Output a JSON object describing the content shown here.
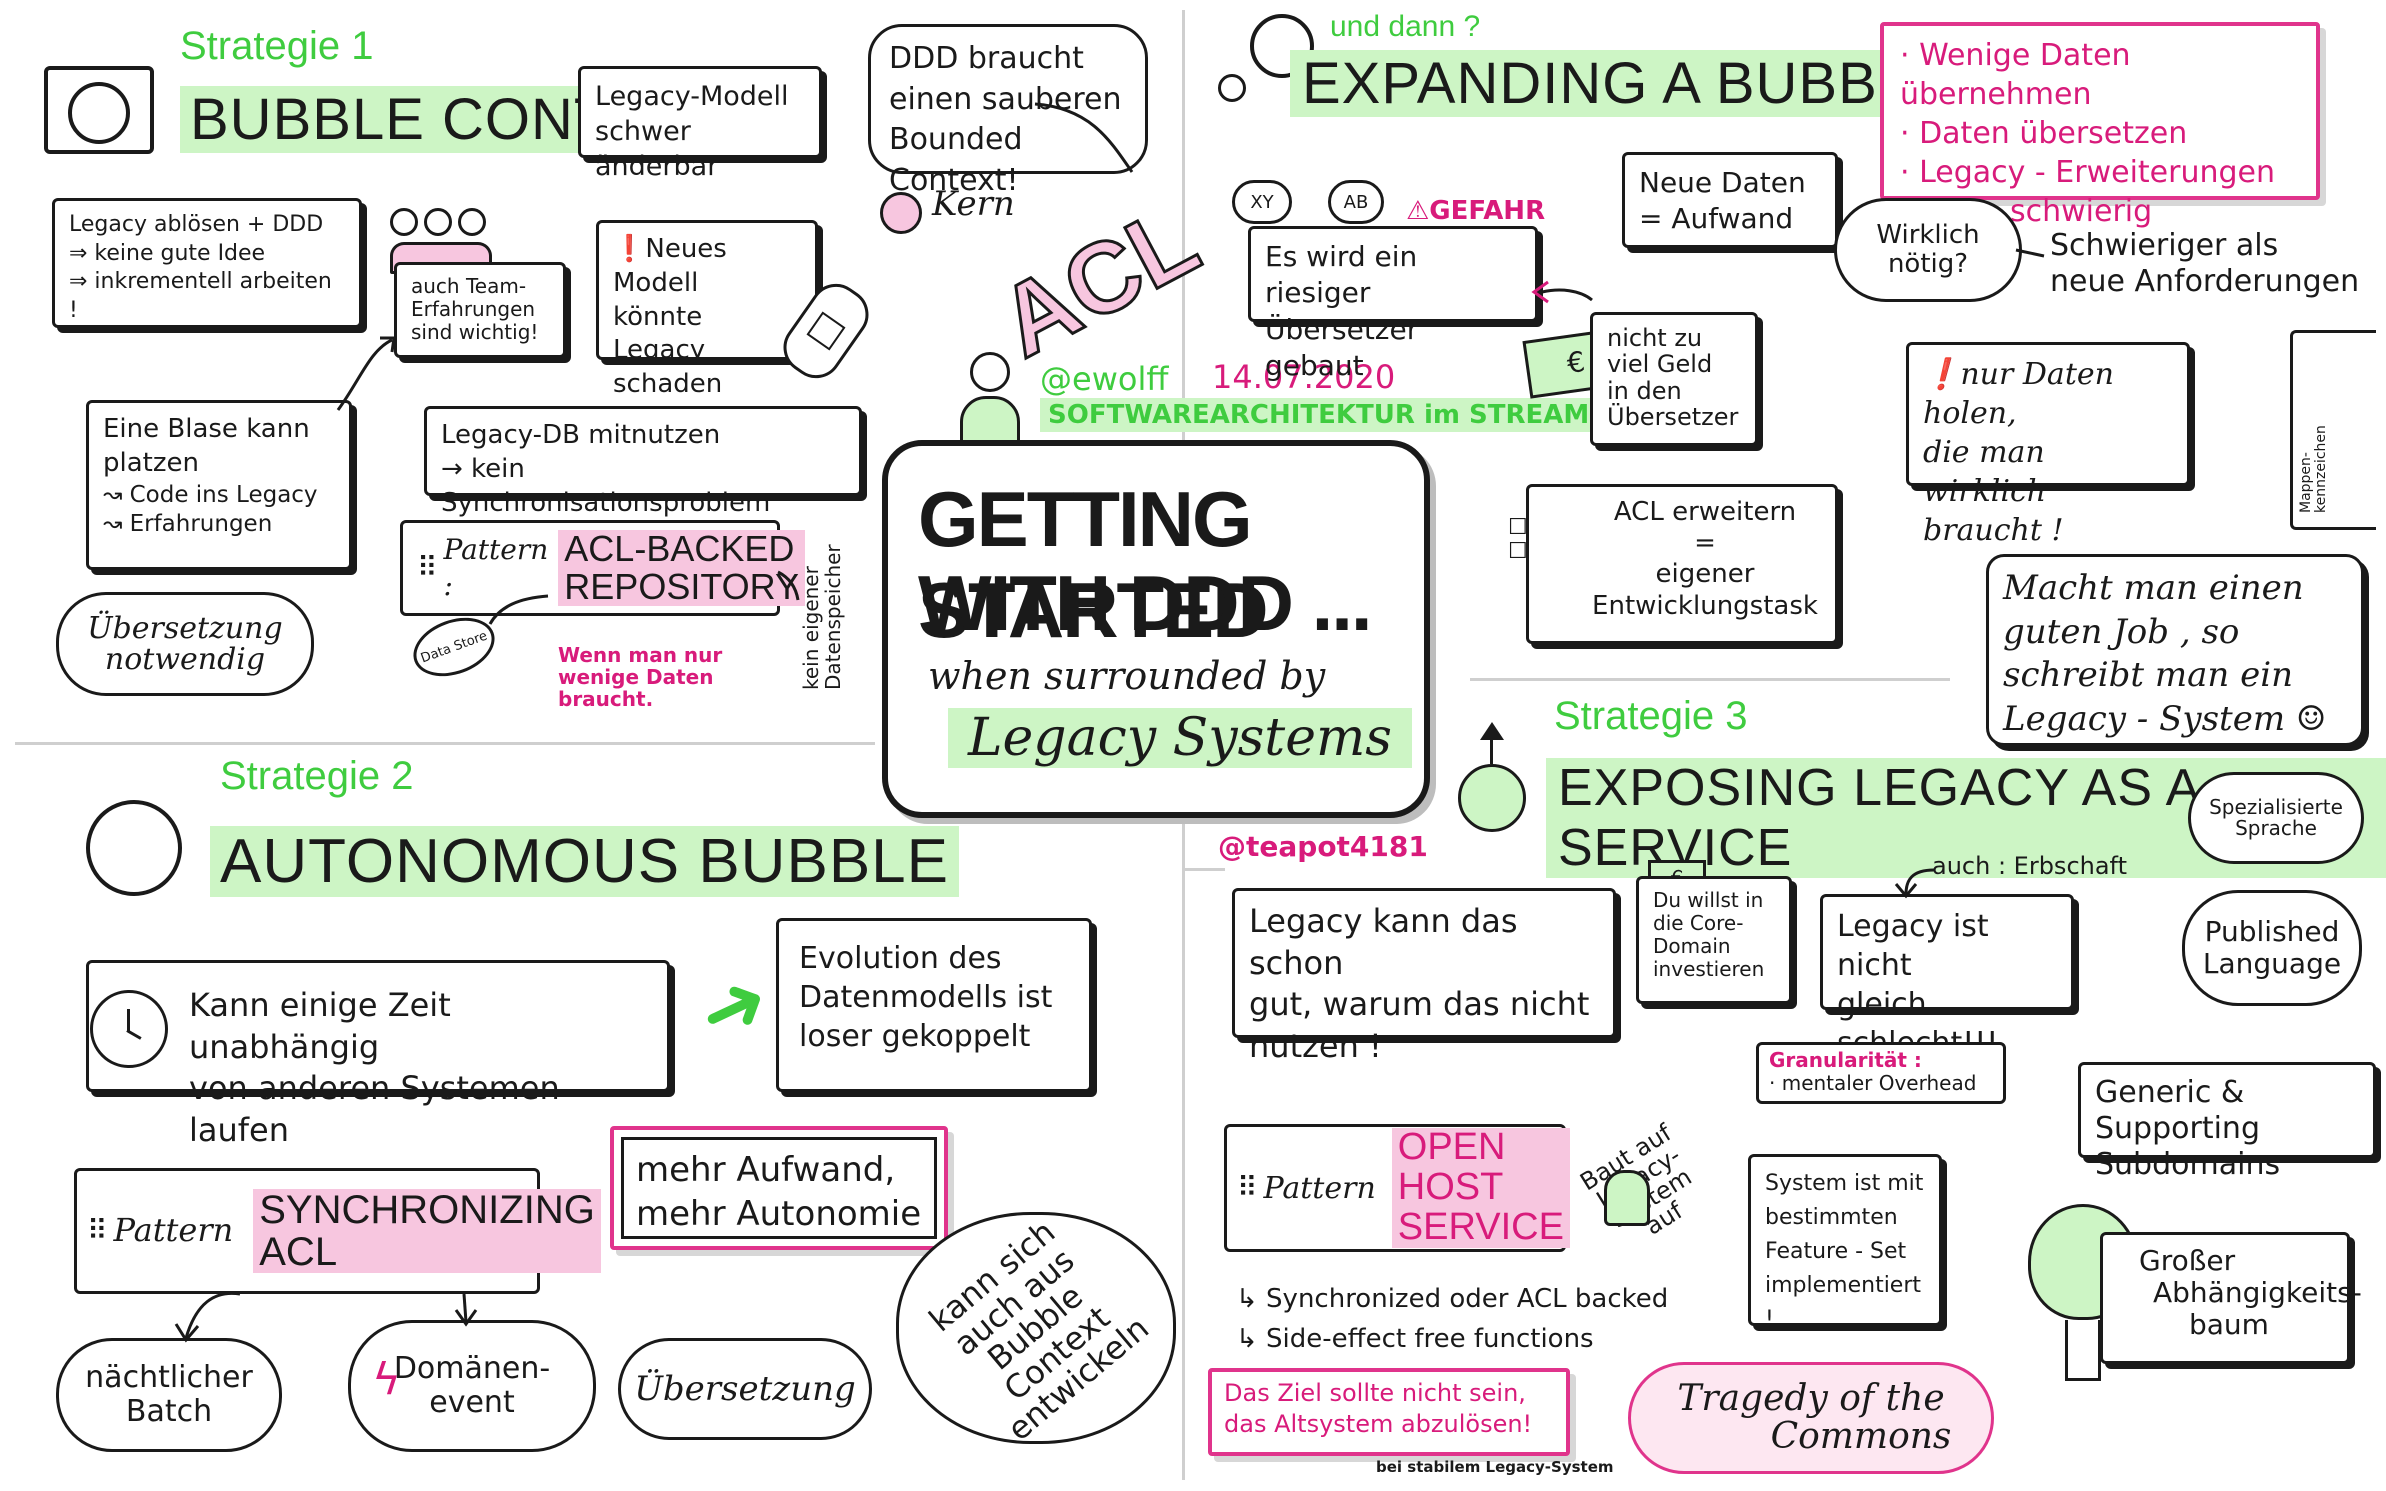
{
  "center": {
    "title_line1": "GETTING STARTED",
    "title_line2": "WITH DDD ...",
    "subtitle": "when surrounded by",
    "subtitle2": "Legacy Systems",
    "author": "@ewolff",
    "date": "14.07.2020",
    "event": "SOFTWAREARCHITEKTUR im STREAM",
    "artist": "@teapot4181"
  },
  "s1": {
    "label": "Strategie 1",
    "title": "BUBBLE CONTEXT",
    "legacy_model": [
      "Legacy-Modell",
      "schwer änderbar"
    ],
    "ddd_box": [
      "DDD braucht",
      "einen sauberen",
      "Bounded Context!"
    ],
    "kern": "Kern",
    "acl": "ACL",
    "ablosen": [
      "Legacy ablösen + DDD",
      "⇒ keine gute Idee",
      "⇒ inkrementell arbeiten !"
    ],
    "team": [
      "auch Team-",
      "Erfahrungen",
      "sind wichtig!"
    ],
    "neues_modell": [
      "Neues Modell",
      "könnte Legacy",
      "schaden"
    ],
    "blase": [
      "Eine Blase kann",
      "platzen",
      "↝ Code ins Legacy",
      "↝ Erfahrungen"
    ],
    "db": [
      "Legacy-DB mitnutzen",
      "→ kein Synchronisationsproblem"
    ],
    "pattern_word": "Pattern :",
    "pattern_name": [
      "ACL-BACKED",
      "REPOSITORY"
    ],
    "datastore": "Data Store",
    "wenige": [
      "Wenn man nur",
      "wenige Daten",
      "braucht."
    ],
    "kein_speicher": [
      "kein eigener",
      "Datenspeicher"
    ],
    "uebersetzung": [
      "Übersetzung",
      "notwendig"
    ]
  },
  "s2": {
    "label": "Strategie 2",
    "title": "AUTONOMOUS BUBBLE",
    "zeit": [
      "Kann einige Zeit unabhängig",
      "von anderen Systemen laufen"
    ],
    "evolution": [
      "Evolution des",
      "Datenmodells ist",
      "loser gekoppelt"
    ],
    "pattern_word": "Pattern",
    "pattern_name": [
      "SYNCHRONIZING",
      "ACL"
    ],
    "aufwand": [
      "mehr Aufwand,",
      "mehr Autonomie"
    ],
    "batch": [
      "nächtlicher",
      "Batch"
    ],
    "event": [
      "Domänen-",
      "event"
    ],
    "uebersetzung": "Übersetzung",
    "entwickeln": [
      "kann sich",
      "auch aus",
      "Bubble",
      "Context",
      "entwickeln"
    ]
  },
  "expand": {
    "label": "und dann ?",
    "title": "EXPANDING A BUBBLE",
    "pinklist": [
      "· Wenige Daten übernehmen",
      "· Daten übersetzen",
      "· Legacy - Erweiterungen",
      "schwierig"
    ],
    "neue_daten": [
      "Neue Daten",
      "= Aufwand"
    ],
    "wirklich": [
      "Wirklich",
      "nötig?"
    ],
    "schwieriger": [
      "Schwieriger als",
      "neue Anforderungen"
    ],
    "xy": "XY",
    "ab": "AB",
    "gefahr": "⚠GEFAHR",
    "riesig": [
      "Es wird ein riesiger",
      "Übersetzer gebaut"
    ],
    "geld": [
      "nicht zu",
      "viel Geld",
      "in den",
      "Übersetzer"
    ],
    "nur": [
      "nur Daten holen,",
      "die man wirklich",
      "braucht !"
    ],
    "mappen": [
      "Mappen-",
      "kennzeichen"
    ],
    "acl_erw": [
      "ACL erweitern",
      "=",
      "eigener",
      "Entwicklungstask"
    ],
    "job": [
      "Macht man einen",
      "guten Job , so",
      "schreibt man ein",
      "Legacy - System ☺"
    ]
  },
  "s3": {
    "label": "Strategie 3",
    "title": "EXPOSING LEGACY AS A SERVICE",
    "spezial": [
      "Spezialisierte",
      "Sprache"
    ],
    "kann": [
      "Legacy kann das schon",
      "gut, warum das nicht",
      "nutzen !"
    ],
    "core": [
      "Du willst in",
      "die Core-",
      "Domain",
      "investieren"
    ],
    "erbschaft": "auch : Erbschaft",
    "nicht_schlecht": [
      "Legacy ist nicht",
      "gleich schlecht!!!"
    ],
    "published": [
      "Published",
      "Language"
    ],
    "granularitaet": [
      "Granularität :",
      "· mentaler Overhead"
    ],
    "generic": [
      "Generic & Supporting",
      "Subdomains"
    ],
    "pattern_word": "Pattern",
    "pattern_name": [
      "OPEN HOST",
      "SERVICE"
    ],
    "baut": [
      "Baut auf",
      "Legacy-",
      "System",
      "auf"
    ],
    "feature": [
      "System ist mit",
      "bestimmten",
      "Feature - Set",
      "implementiert !"
    ],
    "sync": "↳ Synchronized oder ACL backed",
    "side": "↳ Side-effect free functions",
    "ziel": [
      "Das Ziel sollte nicht sein,",
      "das Altsystem abzulösen!"
    ],
    "stabil": "bei stabilem Legacy-System",
    "tragedy": [
      "Tragedy of the",
      "Commons"
    ],
    "baum": [
      "Großer",
      "Abhängigkeits-",
      "baum"
    ]
  }
}
